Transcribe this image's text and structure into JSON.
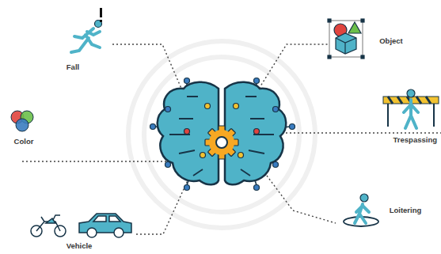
{
  "diagram": {
    "labels": [
      "Fall",
      "Object",
      "Color",
      "Trespassing",
      "Vehicle",
      "Loitering"
    ]
  }
}
